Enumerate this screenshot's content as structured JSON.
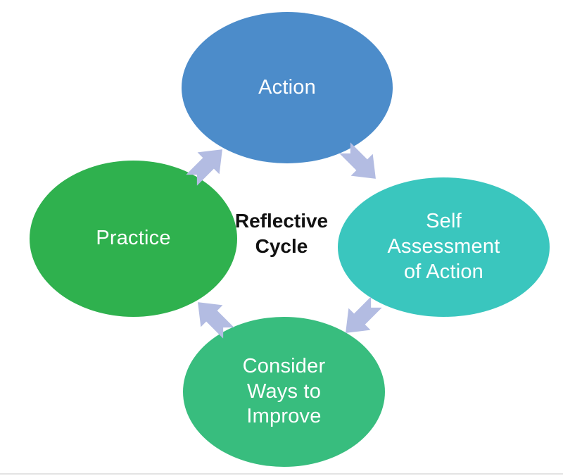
{
  "diagram": {
    "title": "Reflective Cycle",
    "type": "cycle",
    "center_label": {
      "text": "Reflective\nCycle"
    },
    "nodes": [
      {
        "id": "action",
        "label": "Action",
        "color": "#4C8CCA",
        "position": "top"
      },
      {
        "id": "self-assessment-of-action",
        "label": "Self\nAssessment\nof Action",
        "color": "#3AC6BE",
        "position": "right"
      },
      {
        "id": "consider-ways-to-improve",
        "label": "Consider\nWays to\nImprove",
        "color": "#38BD7E",
        "position": "bottom"
      },
      {
        "id": "practice",
        "label": "Practice",
        "color": "#2FB14E",
        "position": "left"
      }
    ],
    "arrows": [
      {
        "from": "practice",
        "to": "action"
      },
      {
        "from": "action",
        "to": "self-assessment-of-action"
      },
      {
        "from": "self-assessment-of-action",
        "to": "consider-ways-to-improve"
      },
      {
        "from": "consider-ways-to-improve",
        "to": "practice"
      }
    ],
    "colors": {
      "arrow": "#B3BCE2",
      "node_text": "#FFFFFF",
      "center_text": "#111111",
      "background": "#FFFFFF"
    }
  }
}
